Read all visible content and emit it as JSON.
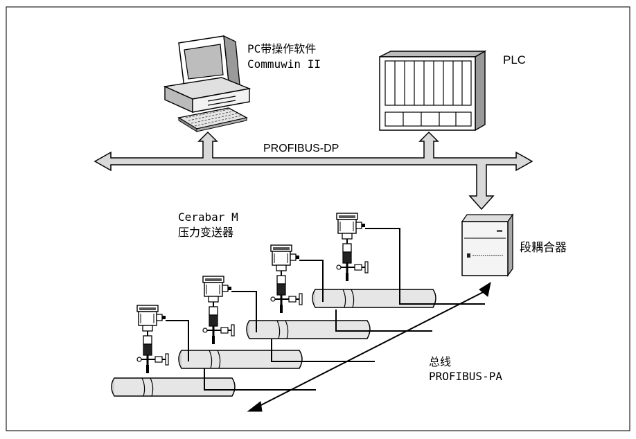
{
  "labels": {
    "pc_line1": "PC带操作软件",
    "pc_line2": "Commuwin II",
    "plc": "PLC",
    "bus_dp": "PROFIBUS-DP",
    "transmitter_line1": "Cerabar M",
    "transmitter_line2": "压力变送器",
    "coupler": "段耦合器",
    "bus_pa_line1": "总线",
    "bus_pa_line2": "PROFIBUS-PA"
  },
  "colors": {
    "arrow_fill": "#d9d9d9",
    "pipe_fill": "#e6e6e6",
    "line": "#000000",
    "frame": "#333333"
  },
  "icons": {
    "pc": "desktop-computer-icon",
    "plc": "plc-rack-icon",
    "coupler": "segment-coupler-icon",
    "transmitter": "pressure-transmitter-icon"
  },
  "transmitter_count": 4
}
